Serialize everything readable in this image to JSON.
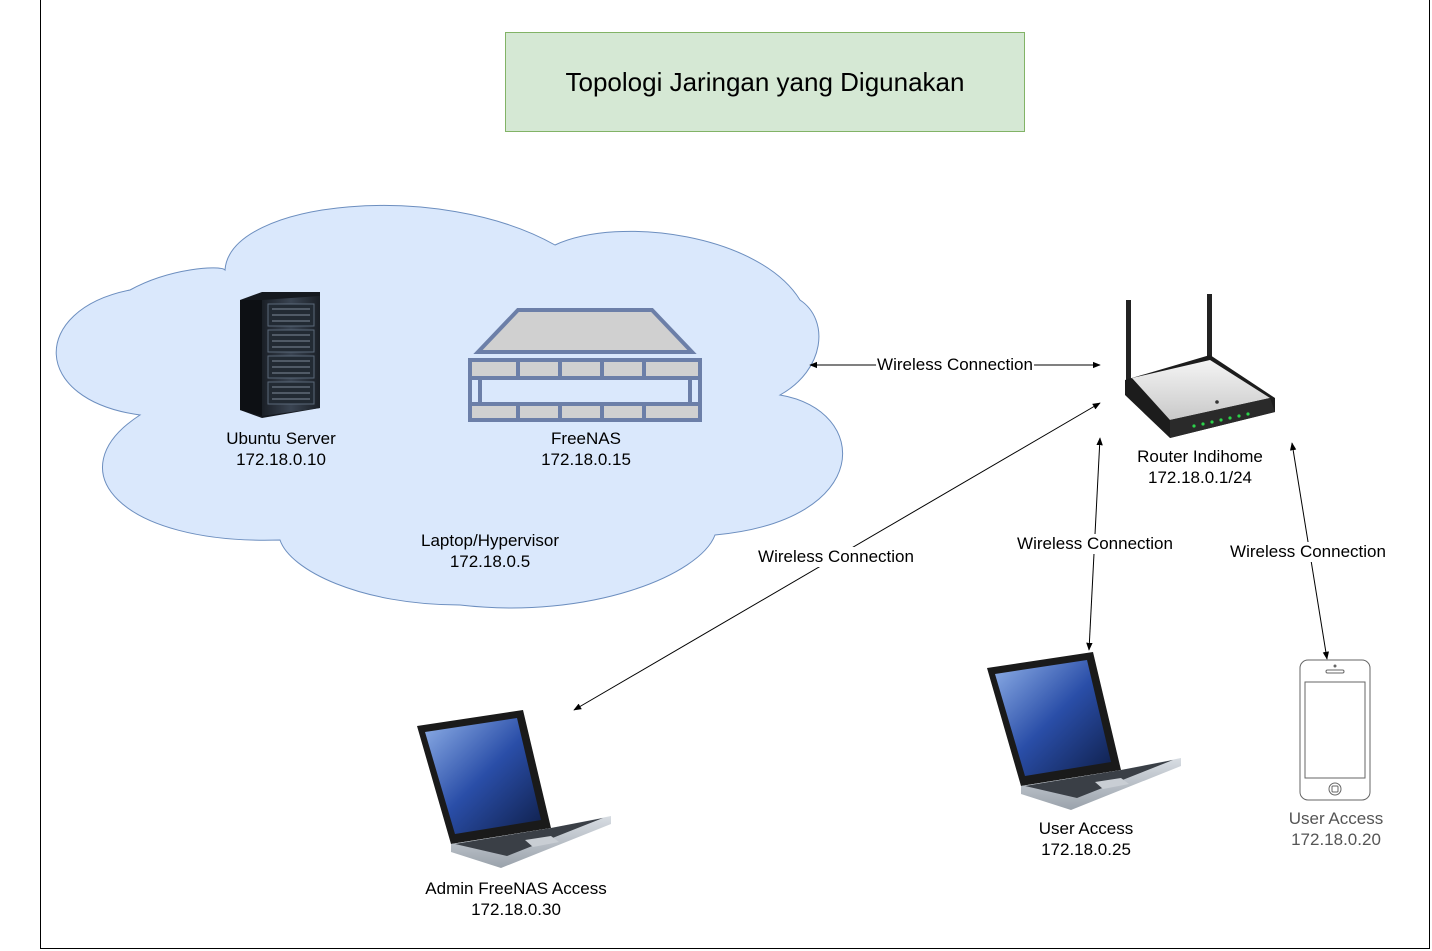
{
  "diagram": {
    "title": "Topologi Jaringan yang Digunakan",
    "cloud": {
      "name": "Laptop/Hypervisor",
      "ip": "172.18.0.5"
    },
    "nodes": {
      "ubuntu": {
        "name": "Ubuntu Server",
        "ip": "172.18.0.10",
        "icon": "server-rack-icon"
      },
      "freenas": {
        "name": "FreeNAS",
        "ip": "172.18.0.15",
        "icon": "nas-storage-icon"
      },
      "router": {
        "name": "Router Indihome",
        "ip": "172.18.0.1/24",
        "icon": "wireless-router-icon"
      },
      "admin_laptop": {
        "name": "Admin FreeNAS Access",
        "ip": "172.18.0.30",
        "icon": "laptop-icon"
      },
      "user_laptop": {
        "name": "User Access",
        "ip": "172.18.0.25",
        "icon": "laptop-icon"
      },
      "user_phone": {
        "name": "User Access",
        "ip": "172.18.0.20",
        "icon": "smartphone-icon"
      }
    },
    "edges": [
      {
        "from": "cloud",
        "to": "router",
        "label": "Wireless Connection"
      },
      {
        "from": "router",
        "to": "admin_laptop",
        "label": "Wireless Connection"
      },
      {
        "from": "router",
        "to": "user_laptop",
        "label": "Wireless Connection"
      },
      {
        "from": "router",
        "to": "user_phone",
        "label": "Wireless Connection"
      }
    ],
    "colors": {
      "title_fill": "#d5e8d4",
      "title_stroke": "#82b366",
      "cloud_fill": "#dae8fc",
      "cloud_stroke": "#6c8ebf",
      "nas_stroke": "#6c7fa8"
    }
  }
}
